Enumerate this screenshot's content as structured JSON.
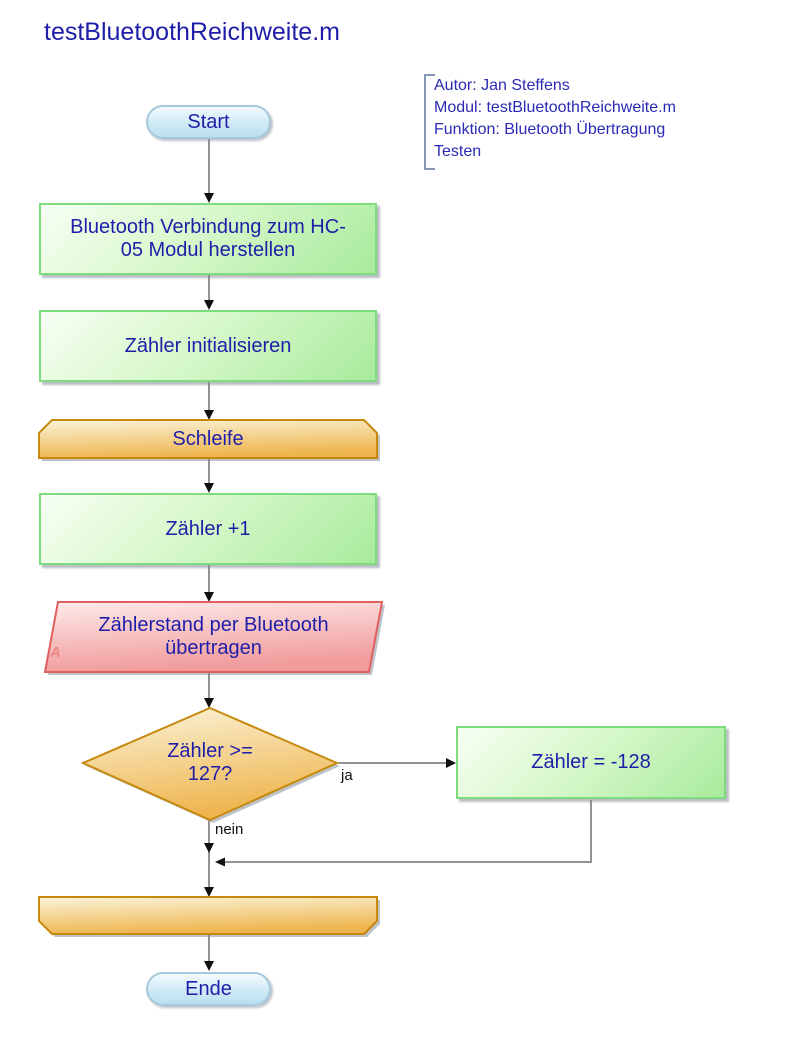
{
  "page": {
    "title": "testBluetoothReichweite.m"
  },
  "comment": {
    "lines": [
      "Autor: Jan Steffens",
      "Modul: testBluetoothReichweite.m",
      "Funktion: Bluetooth Übertragung",
      "Testen"
    ]
  },
  "flowchart": {
    "start": "Start",
    "process_connect": "Bluetooth Verbindung zum HC-05 Modul herstellen",
    "process_init": "Zähler initialisieren",
    "loop_begin": "Schleife",
    "process_increment": "Zähler +1",
    "io_transmit": "Zählerstand per Bluetooth übertragen",
    "io_marker": "A",
    "decision": "Zähler >= 127?",
    "branch_yes": "ja",
    "branch_no": "nein",
    "process_reset": "Zähler = -128",
    "end": "Ende"
  },
  "colors": {
    "text_navy": "#1e1ea9",
    "comment_text": "#2a2ab5",
    "process_fill_light": "#f7fff3",
    "process_fill_dark": "#a8eb9c",
    "process_border": "#7edc7e",
    "terminator_fill_light": "#f2fbfe",
    "terminator_fill_dark": "#badff0",
    "terminator_border": "#a5c9db",
    "loop_fill_light": "#fbf4da",
    "loop_fill_dark": "#eeb54e",
    "loop_border": "#c6890e",
    "io_fill_light": "#fdeaea",
    "io_fill_dark": "#f19b9b",
    "io_border": "#e05f5f",
    "connector": "#6e6e6e",
    "arrow": "#111111"
  }
}
